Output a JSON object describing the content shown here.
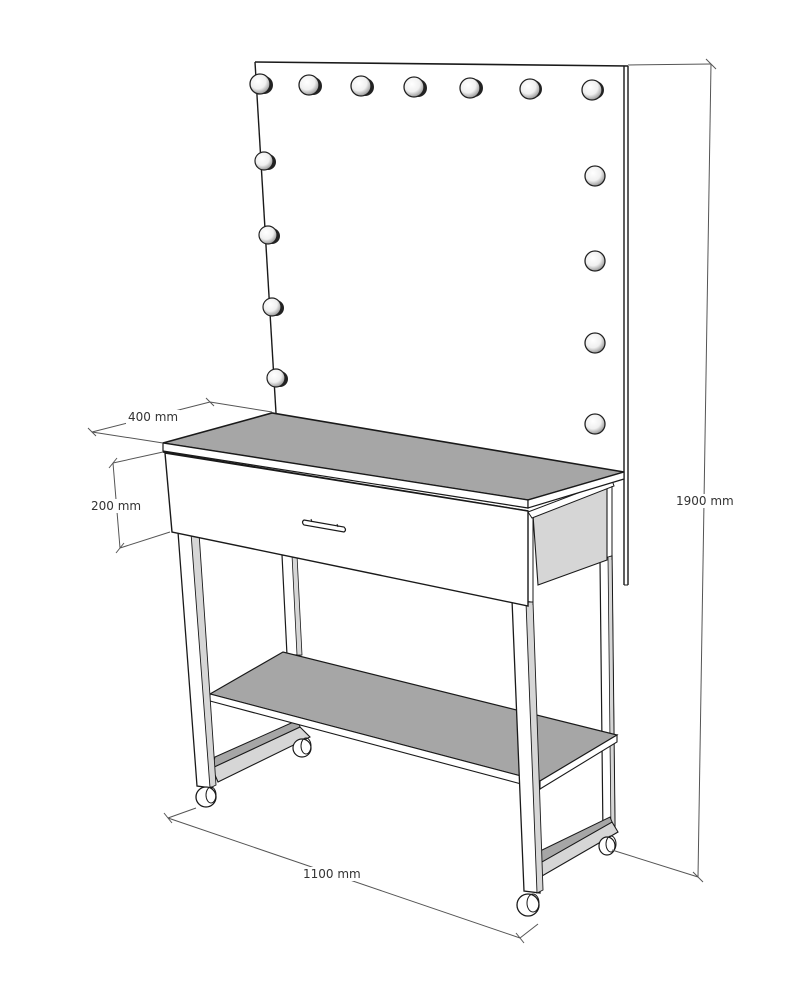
{
  "drawing": {
    "subject": "Vanity table with lighted mirror panel",
    "bulbs": {
      "top_count": 7,
      "left_count": 4,
      "right_count": 4
    },
    "colors": {
      "line": "#1a1a1a",
      "dimension_line": "#555555",
      "surface_gray": "#a6a6a6",
      "side_gray": "#d6d6d6",
      "background": "#ffffff"
    }
  },
  "dimensions": {
    "depth": {
      "label": "400 mm",
      "value_mm": 400
    },
    "drawer_height": {
      "label": "200 mm",
      "value_mm": 200
    },
    "total_height": {
      "label": "1900 mm",
      "value_mm": 1900
    },
    "width": {
      "label": "1100 mm",
      "value_mm": 1100
    }
  }
}
